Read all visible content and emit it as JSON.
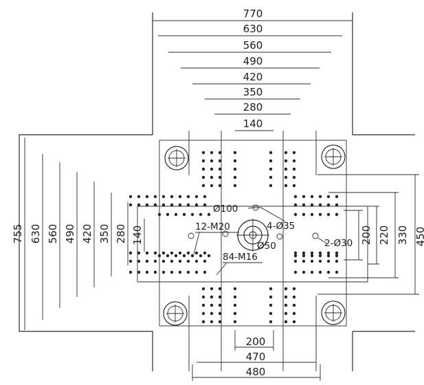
{
  "drawing": {
    "top_dimensions": [
      "770",
      "630",
      "560",
      "490",
      "420",
      "350",
      "280",
      "140"
    ],
    "left_dimensions": [
      "755",
      "630",
      "560",
      "490",
      "420",
      "350",
      "280",
      "140"
    ],
    "right_dimensions": [
      "200",
      "220",
      "330",
      "450"
    ],
    "bottom_dimensions": [
      "200",
      "470",
      "480"
    ],
    "callouts": {
      "center_ring": "Ø100",
      "tie_holes": "4-Ø35",
      "threads_large": "12-M20",
      "center_bore": "Ø50",
      "side_holes": "2-Ø30",
      "threads_small": "84-M16"
    }
  }
}
